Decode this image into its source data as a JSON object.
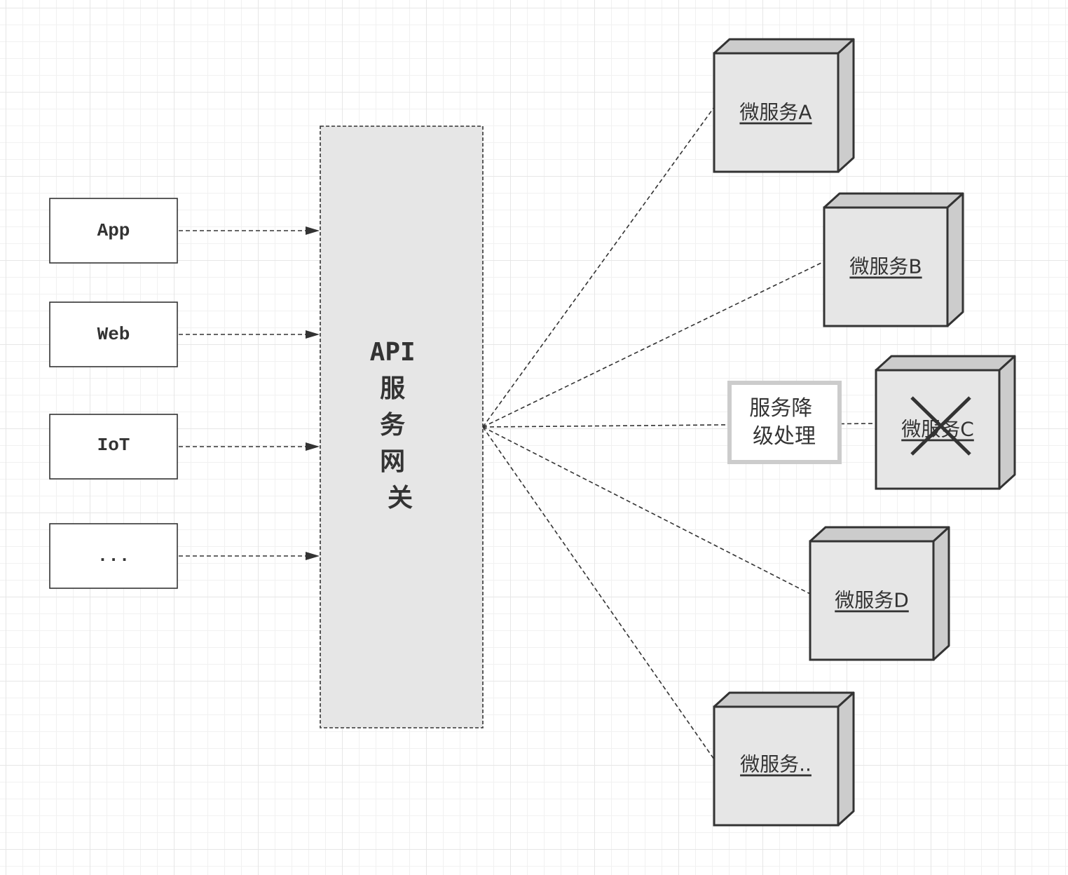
{
  "clients": [
    {
      "id": "app",
      "label": "App"
    },
    {
      "id": "web",
      "label": "Web"
    },
    {
      "id": "iot",
      "label": "IoT"
    },
    {
      "id": "more",
      "label": "..."
    }
  ],
  "gateway": {
    "label_lines": [
      "API",
      "服",
      "务",
      "网",
      "关"
    ]
  },
  "services": [
    {
      "id": "a",
      "label": "微服务A"
    },
    {
      "id": "b",
      "label": "微服务B"
    },
    {
      "id": "c",
      "label": "微服务C",
      "failed": true
    },
    {
      "id": "d",
      "label": "微服务D"
    },
    {
      "id": "more",
      "label": "微服务.."
    }
  ],
  "degradation": {
    "label_lines": [
      "服务降",
      "级处理"
    ]
  },
  "colors": {
    "stroke": "#333333",
    "node_fill": "#e6e6e6",
    "node_shade": "#cccccc",
    "degrade_border": "#cccccc",
    "grid_line": "#e6e6e6"
  }
}
